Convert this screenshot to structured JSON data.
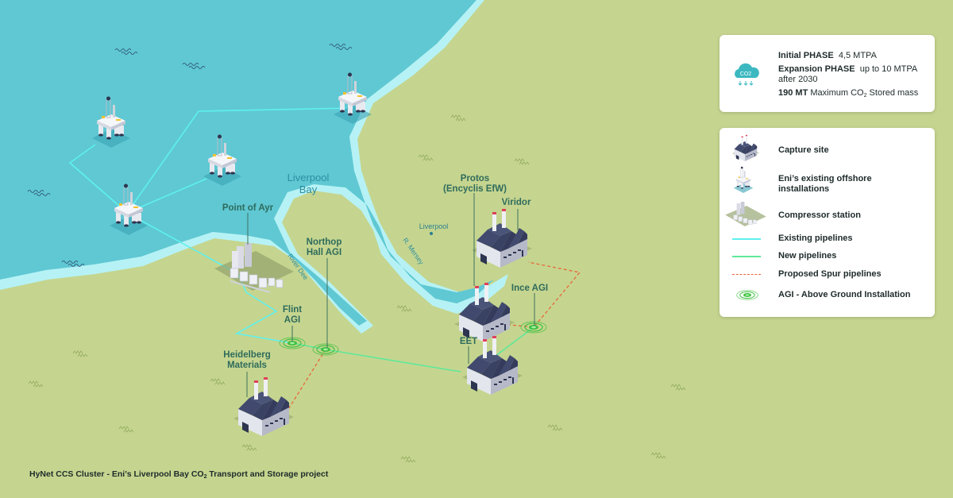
{
  "title": "HyNet CCS Cluster - Eni's Liverpool Bay CO2 Transport and Storage project",
  "caption": {
    "before": "HyNet CCS Cluster - Eni’s Liverpool Bay CO",
    "sub": "2",
    "after": " Transport and Storage project"
  },
  "colors": {
    "sea": "#5fc8d3",
    "shore": "#b6f2f5",
    "land": "#c5d58f",
    "existing_pipeline": "#5ff0ee",
    "new_pipeline": "#5fe89a",
    "spur_pipeline": "#e8663a",
    "agi": "#3fbf3f",
    "label": "#2f6b5c"
  },
  "phase_card": {
    "icon": "co2-cloud-icon",
    "icon_text": "CO2",
    "initial_label": "Initial PHASE",
    "initial_value": "4,5 MTPA",
    "expansion_label": "Expansion PHASE",
    "expansion_value": "up to 10 MTPA",
    "expansion_note": "after 2030",
    "max_label": "190 MT",
    "max_text_before": "Maximum CO",
    "max_text_sub": "2",
    "max_text_after": " Stored mass"
  },
  "legend": {
    "items": [
      {
        "icon": "capture-site-icon",
        "label": "Capture site"
      },
      {
        "icon": "offshore-installation-icon",
        "label": "Eni’s existing offshore installations"
      },
      {
        "icon": "compressor-station-icon",
        "label": "Compressor station"
      },
      {
        "icon": "existing-pipeline-line",
        "label": "Existing pipelines"
      },
      {
        "icon": "new-pipeline-line",
        "label": "New pipelines"
      },
      {
        "icon": "spur-pipeline-line",
        "label": "Proposed Spur pipelines"
      },
      {
        "icon": "agi-icon",
        "label": "AGI - Above Ground Installation"
      }
    ]
  },
  "map": {
    "water_labels": {
      "bay_line1": "Liverpool",
      "bay_line2": "Bay",
      "river_dee": "River Dee",
      "river_mersey": "R. Mersey"
    },
    "city": "Liverpool",
    "sites": {
      "point_of_ayr": "Point of Ayr",
      "northop_line1": "Northop",
      "northop_line2": "Hall AGI",
      "flint_line1": "Flint",
      "flint_line2": "AGI",
      "heidelberg_line1": "Heidelberg",
      "heidelberg_line2": "Materials",
      "protos_line1": "Protos",
      "protos_line2": "(Encyclis EfW)",
      "viridor": "Viridor",
      "ince": "Ince AGI",
      "eet": "EET"
    }
  }
}
